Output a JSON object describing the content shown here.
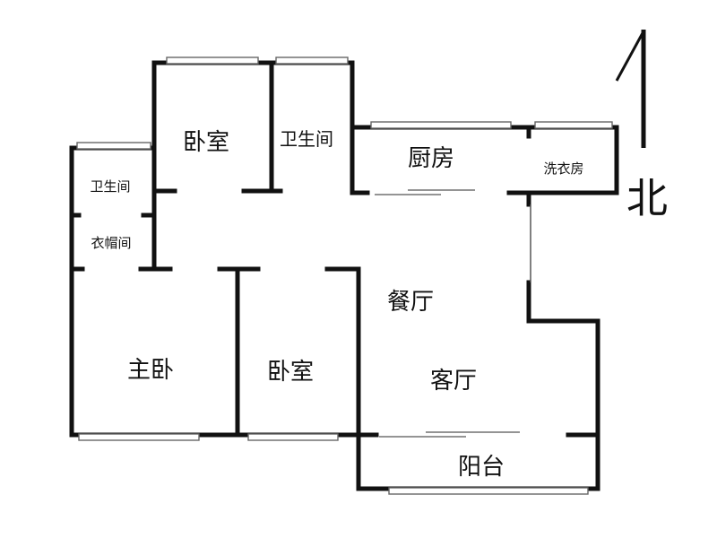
{
  "rooms": {
    "bedroom_top": "卧室",
    "bathroom_top": "卫生间",
    "kitchen": "厨房",
    "laundry": "洗衣房",
    "bathroom_left": "卫生间",
    "closet": "衣帽间",
    "dining": "餐厅",
    "master_bedroom": "主卧",
    "bedroom_mid": "卧室",
    "living": "客厅",
    "balcony": "阳台"
  },
  "compass": {
    "label": "北"
  },
  "colors": {
    "wall": "#111111",
    "window": "#666666",
    "background": "#ffffff"
  }
}
